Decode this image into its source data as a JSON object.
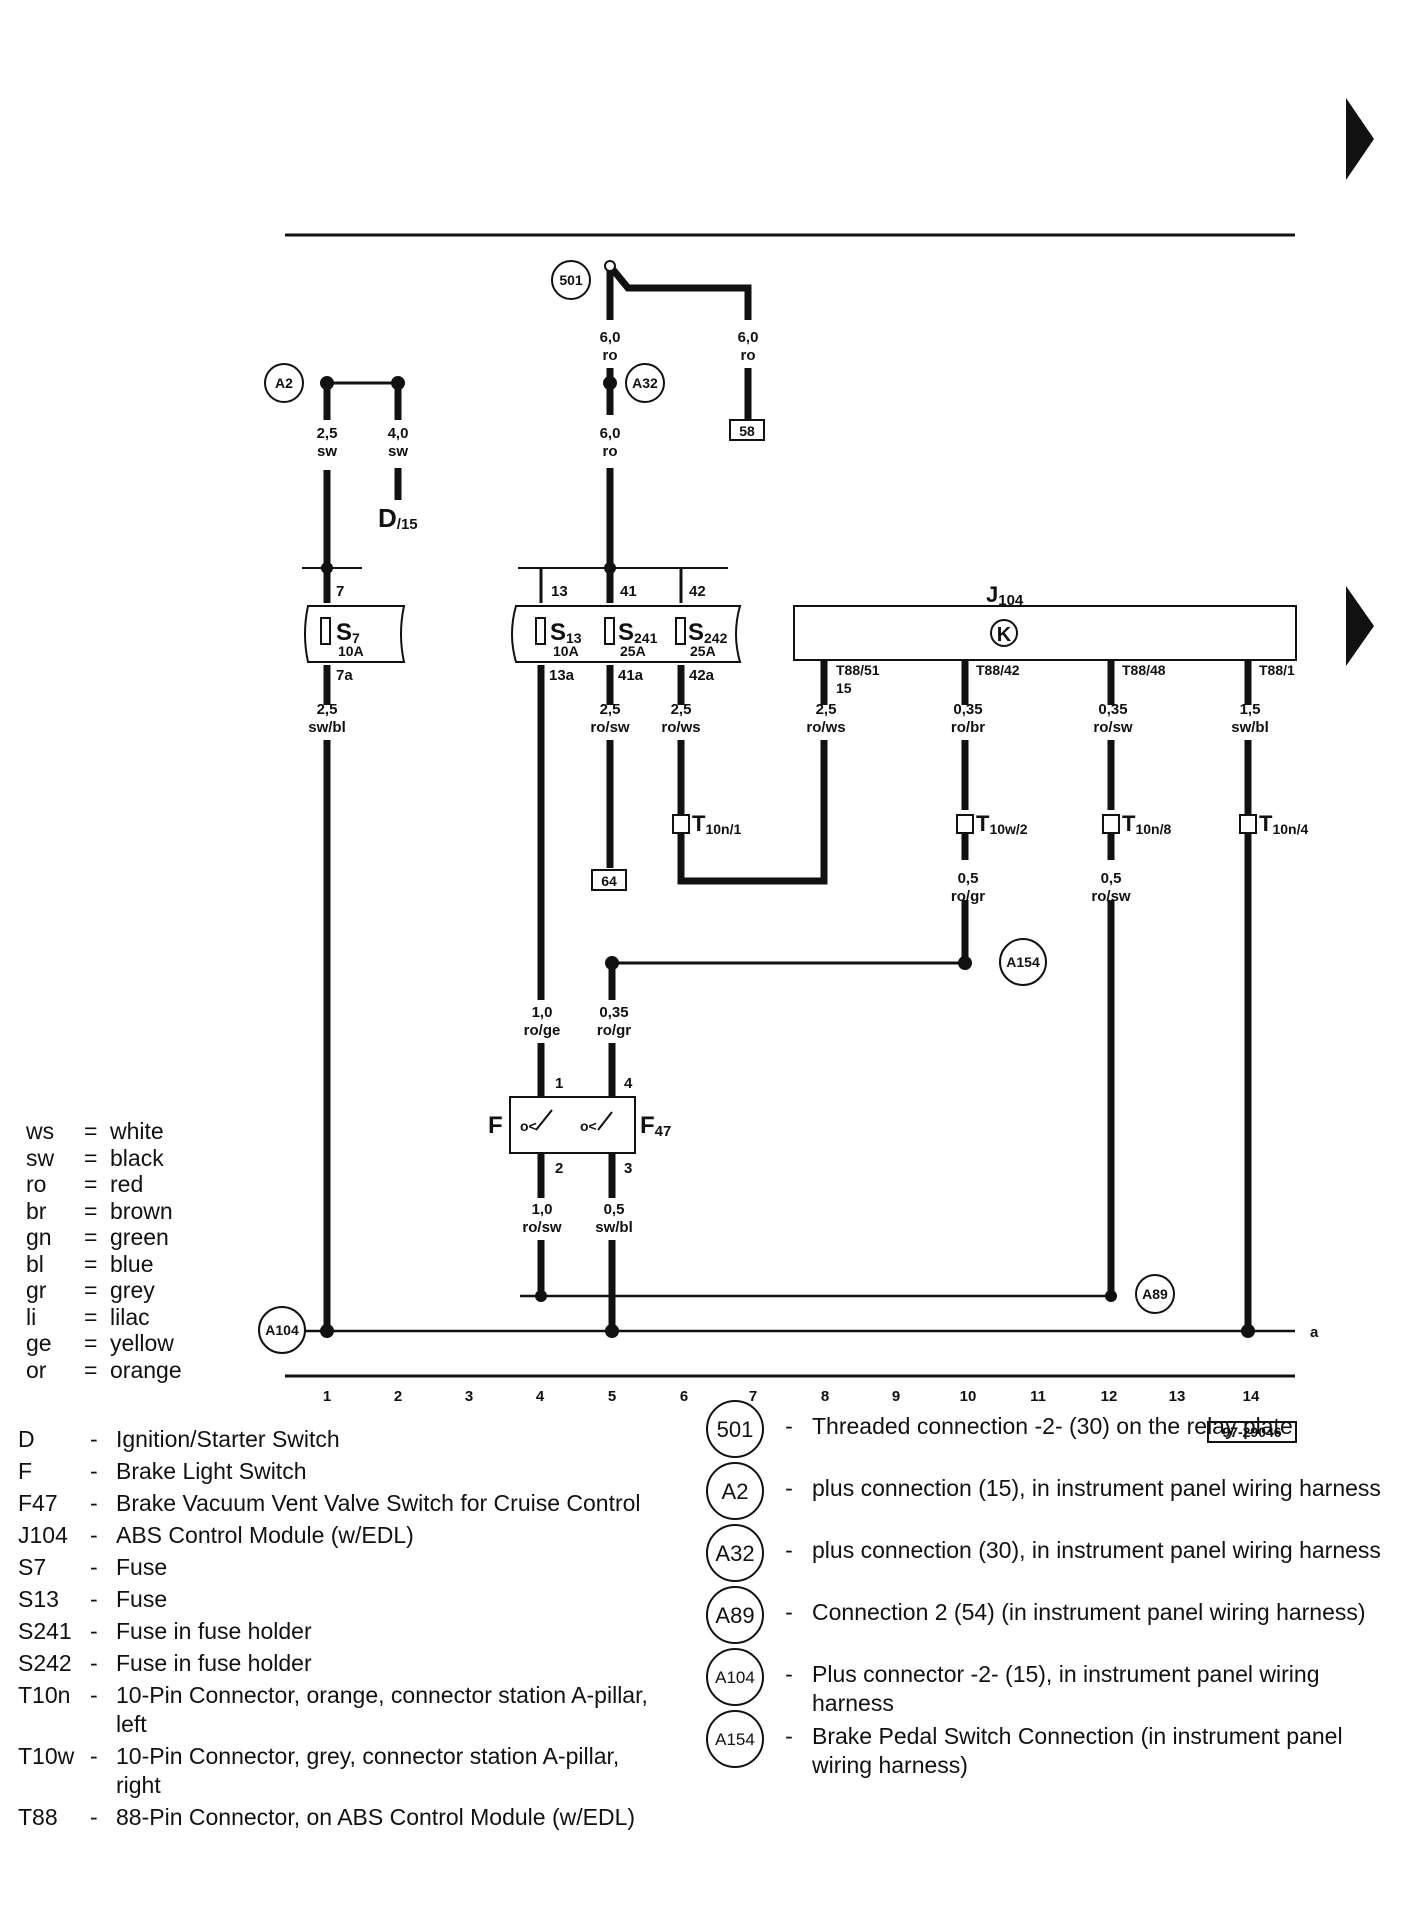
{
  "sheet_code": "97-29046",
  "wires": {
    "w_a2_1": {
      "size": "2,5",
      "color": "sw"
    },
    "w_a2_2": {
      "size": "4,0",
      "color": "sw"
    },
    "w_501_1": {
      "size": "6,0",
      "color": "ro"
    },
    "w_501_2": {
      "size": "6,0",
      "color": "ro"
    },
    "w_a32": {
      "size": "6,0",
      "color": "ro"
    },
    "w_7a": {
      "size": "2,5",
      "color": "sw/bl"
    },
    "w_41a": {
      "size": "2,5",
      "color": "ro/sw"
    },
    "w_42a": {
      "size": "2,5",
      "color": "ro/ws"
    },
    "w_t88_51": {
      "size": "2,5",
      "color": "ro/ws"
    },
    "w_t88_42": {
      "size": "0,35",
      "color": "ro/br"
    },
    "w_t88_48": {
      "size": "0,35",
      "color": "ro/sw"
    },
    "w_t88_1": {
      "size": "1,5",
      "color": "sw/bl"
    },
    "w_t10w2": {
      "size": "0,5",
      "color": "ro/gr"
    },
    "w_t10n8": {
      "size": "0,5",
      "color": "ro/sw"
    },
    "w_13a": {
      "size": "1,0",
      "color": "ro/ge"
    },
    "w_a154": {
      "size": "0,35",
      "color": "ro/gr"
    },
    "w_f2": {
      "size": "1,0",
      "color": "ro/sw"
    },
    "w_f3": {
      "size": "0,5",
      "color": "sw/bl"
    }
  },
  "components": {
    "D": {
      "name": "D",
      "sub": "/15"
    },
    "S7": {
      "name": "S",
      "sub": "7",
      "rating": "10A",
      "pin_in": "7",
      "pin_out": "7a"
    },
    "S13": {
      "name": "S",
      "sub": "13",
      "rating": "10A",
      "pin_in": "13",
      "pin_out": "13a"
    },
    "S241": {
      "name": "S",
      "sub": "241",
      "rating": "25A",
      "pin_in": "41",
      "pin_out": "41a"
    },
    "S242": {
      "name": "S",
      "sub": "242",
      "rating": "25A",
      "pin_in": "42",
      "pin_out": "42a"
    },
    "J104": {
      "name": "J",
      "sub": "104",
      "symbol": "K"
    },
    "F": {
      "name": "F",
      "pins": [
        "1",
        "2"
      ]
    },
    "F47": {
      "name": "F",
      "sub": "47",
      "pins": [
        "4",
        "3"
      ]
    }
  },
  "pins": {
    "t88_51": "T88/51",
    "t88_51_b": "15",
    "t88_42": "T88/42",
    "t88_48": "T88/48",
    "t88_1": "T88/1"
  },
  "connectors": {
    "t10n1": {
      "name": "T",
      "sub": "10n/1"
    },
    "t10w2": {
      "name": "T",
      "sub": "10w/2"
    },
    "t10n8": {
      "name": "T",
      "sub": "10n/8"
    },
    "t10n4": {
      "name": "T",
      "sub": "10n/4"
    }
  },
  "terminals": {
    "t58": "58",
    "t64": "64"
  },
  "nodes": {
    "n501": "501",
    "nA2": "A2",
    "nA32": "A32",
    "nA154": "A154",
    "nA89": "A89",
    "nA104": "A104"
  },
  "edge_label": "a",
  "tracks": [
    "1",
    "2",
    "3",
    "4",
    "5",
    "6",
    "7",
    "8",
    "9",
    "10",
    "11",
    "12",
    "13",
    "14"
  ],
  "color_legend": [
    {
      "abbr": "ws",
      "name": "white"
    },
    {
      "abbr": "sw",
      "name": "black"
    },
    {
      "abbr": "ro",
      "name": "red"
    },
    {
      "abbr": "br",
      "name": "brown"
    },
    {
      "abbr": "gn",
      "name": "green"
    },
    {
      "abbr": "bl",
      "name": "blue"
    },
    {
      "abbr": "gr",
      "name": "grey"
    },
    {
      "abbr": "li",
      "name": "lilac"
    },
    {
      "abbr": "ge",
      "name": "yellow"
    },
    {
      "abbr": "or",
      "name": "orange"
    }
  ],
  "component_key": [
    {
      "code": "D",
      "desc": "Ignition/Starter Switch"
    },
    {
      "code": "F",
      "desc": "Brake Light Switch"
    },
    {
      "code": "F47",
      "desc": "Brake Vacuum Vent Valve Switch for Cruise Control"
    },
    {
      "code": "J104",
      "desc": "ABS Control Module (w/EDL)"
    },
    {
      "code": "S7",
      "desc": "Fuse"
    },
    {
      "code": "S13",
      "desc": "Fuse"
    },
    {
      "code": "S241",
      "desc": "Fuse in fuse holder"
    },
    {
      "code": "S242",
      "desc": "Fuse in fuse holder"
    },
    {
      "code": "T10n",
      "desc": "10-Pin Connector, orange, connector station A-pillar, left"
    },
    {
      "code": "T10w",
      "desc": "10-Pin Connector, grey, connector station A-pillar, right"
    },
    {
      "code": "T88",
      "desc": "88-Pin Connector, on ABS Control Module (w/EDL)"
    }
  ],
  "connection_key": [
    {
      "code": "501",
      "desc": "Threaded connection -2- (30) on the relay plate"
    },
    {
      "code": "A2",
      "desc": "plus connection (15), in instrument panel wiring harness"
    },
    {
      "code": "A32",
      "desc": "plus connection (30), in instrument panel wiring harness"
    },
    {
      "code": "A89",
      "desc": "Connection 2 (54) (in instrument panel wiring harness)"
    },
    {
      "code": "A104",
      "desc": "Plus connector -2- (15), in instrument panel wiring harness"
    },
    {
      "code": "A154",
      "desc": "Brake Pedal Switch Connection (in instrument panel wiring harness)"
    }
  ]
}
